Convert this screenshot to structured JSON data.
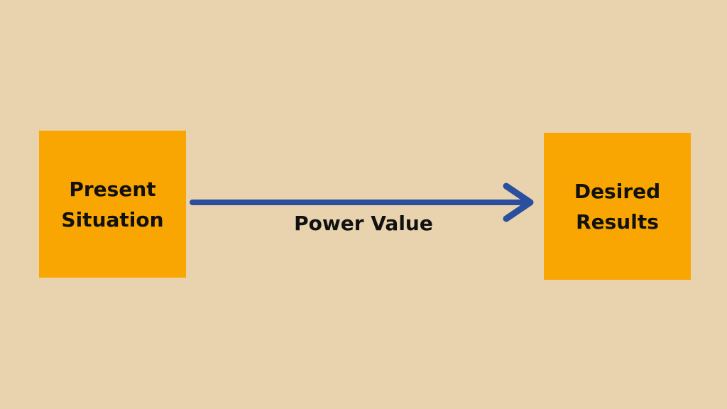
{
  "diagram": {
    "nodes": [
      {
        "id": "present",
        "label": "Present\nSituation"
      },
      {
        "id": "desired",
        "label": "Desired\nResults"
      }
    ],
    "edge": {
      "from": "present",
      "to": "desired",
      "label": "Power Value"
    }
  },
  "colors": {
    "background": "#e8d3ae",
    "box_fill": "#f9a602",
    "arrow": "#2a4f9e",
    "text": "#111111"
  },
  "icons": {
    "arrow": "right-arrow-icon"
  }
}
